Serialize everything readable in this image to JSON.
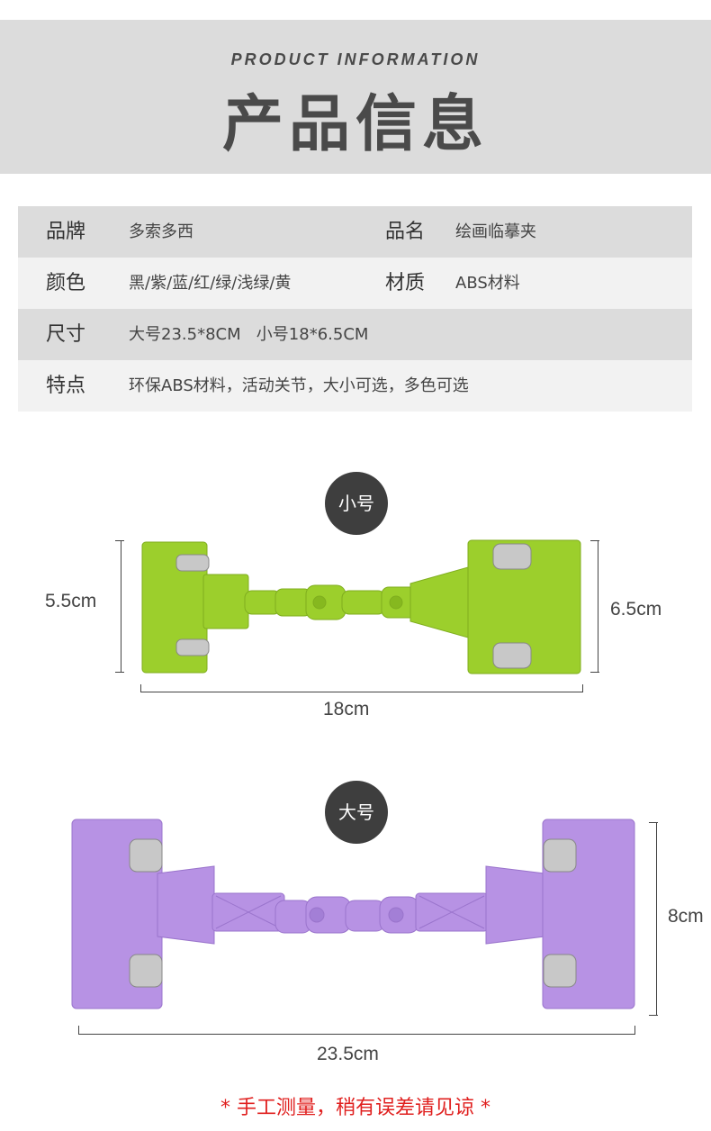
{
  "header": {
    "subtitle": "PRODUCT INFORMATION",
    "title": "产品信息"
  },
  "specs": [
    {
      "k1": "品牌",
      "v1": "多索多西",
      "k2": "品名",
      "v2": "绘画临摹夹"
    },
    {
      "k1": "颜色",
      "v1": "黑/紫/蓝/红/绿/浅绿/黄",
      "k2": "材质",
      "v2": "ABS材料"
    },
    {
      "k1": "尺寸",
      "v1": "大号23.5*8CM   小号18*6.5CM",
      "k2": "",
      "v2": ""
    },
    {
      "k1": "特点",
      "v1": "环保ABS材料，活动关节，大小可选，多色可选",
      "k2": "",
      "v2": ""
    }
  ],
  "small": {
    "badge": "小号",
    "left_height": "5.5cm",
    "right_height": "6.5cm",
    "width": "18cm",
    "color": "#9acd32"
  },
  "large": {
    "badge": "大号",
    "height": "8cm",
    "width": "23.5cm",
    "color": "#b48be0"
  },
  "footer": {
    "note": "* 手工测量，稍有误差请见谅 *"
  }
}
